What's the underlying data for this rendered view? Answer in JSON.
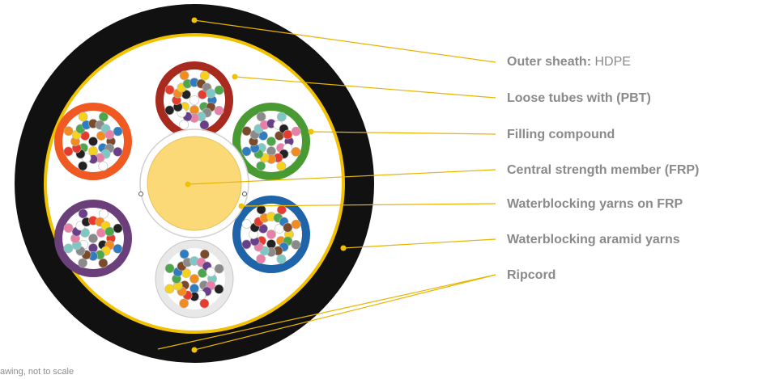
{
  "labels": [
    {
      "bold": "Outer sheath:",
      "normal": "HDPE"
    },
    {
      "bold": "Loose tubes with (PBT)",
      "normal": ""
    },
    {
      "bold": "Filling compound",
      "normal": ""
    },
    {
      "bold": "Central strength member (FRP)",
      "normal": ""
    },
    {
      "bold": "Waterblocking yarns on FRP",
      "normal": ""
    },
    {
      "bold": "Waterblocking aramid yarns",
      "normal": ""
    },
    {
      "bold": "Ripcord",
      "normal": ""
    }
  ],
  "footnote": "awing, not to scale",
  "colors": {
    "sheath": "#111111",
    "aramid": "#f2c200",
    "leader": "#e8b400",
    "label_text": "#8a8a8a",
    "frp": "#fcd977",
    "tubes": [
      "#a82a1e",
      "#4a9a34",
      "#1f64a8",
      "#e8e8e8",
      "#6a3f7a",
      "#f05a22"
    ],
    "fibers": [
      "#ffffff",
      "#222222",
      "#e63c2e",
      "#f28c1e",
      "#f7d21c",
      "#4ca64a",
      "#2f7cc0",
      "#7a4a2a",
      "#8a8a8a",
      "#7ec8c4",
      "#e77fa6",
      "#6a3f8a"
    ]
  }
}
